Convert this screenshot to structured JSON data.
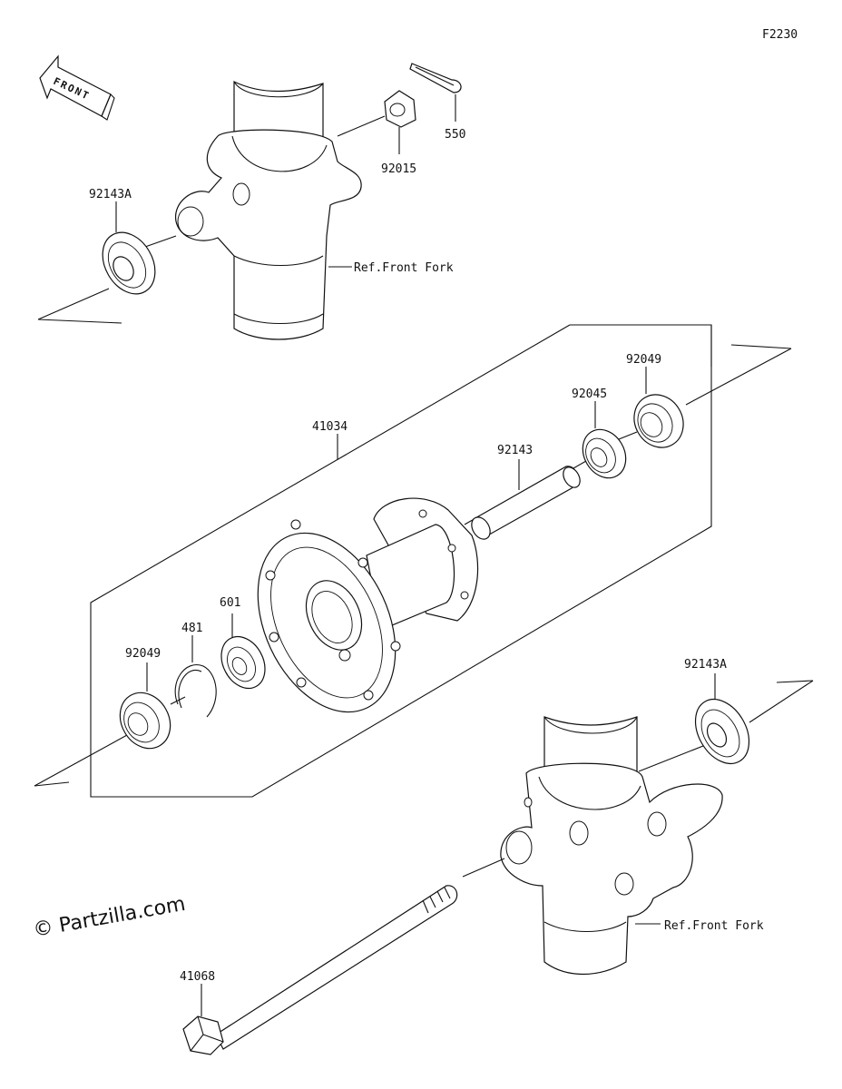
{
  "figure_code": "F2230",
  "front_arrow_label": "FRONT",
  "watermark": "© Partzilla.com",
  "labels": {
    "p550": "550",
    "p92015": "92015",
    "p92143A_top": "92143A",
    "ref_fork_top": "Ref.Front Fork",
    "p41034": "41034",
    "p92049_right": "92049",
    "p92045": "92045",
    "p92143": "92143",
    "p601": "601",
    "p481": "481",
    "p92049_left": "92049",
    "p92143A_bottom": "92143A",
    "ref_fork_bottom": "Ref.Front Fork",
    "p41068": "41068"
  }
}
